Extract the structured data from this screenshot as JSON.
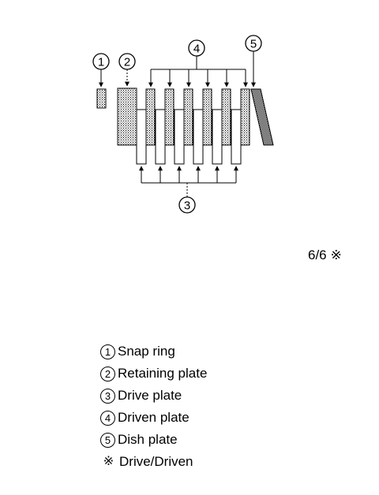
{
  "callouts": {
    "snap_ring": "1",
    "retaining_plate": "2",
    "drive_plate": "3",
    "driven_plate": "4",
    "dish_plate": "5"
  },
  "ratio": {
    "value": "6/6",
    "mark": "※"
  },
  "legend": [
    {
      "key": "1",
      "label": "Snap ring"
    },
    {
      "key": "2",
      "label": "Retaining plate"
    },
    {
      "key": "3",
      "label": "Drive plate"
    },
    {
      "key": "4",
      "label": "Driven plate"
    },
    {
      "key": "5",
      "label": "Dish plate"
    },
    {
      "key": "※",
      "label": "Drive/Driven"
    }
  ]
}
